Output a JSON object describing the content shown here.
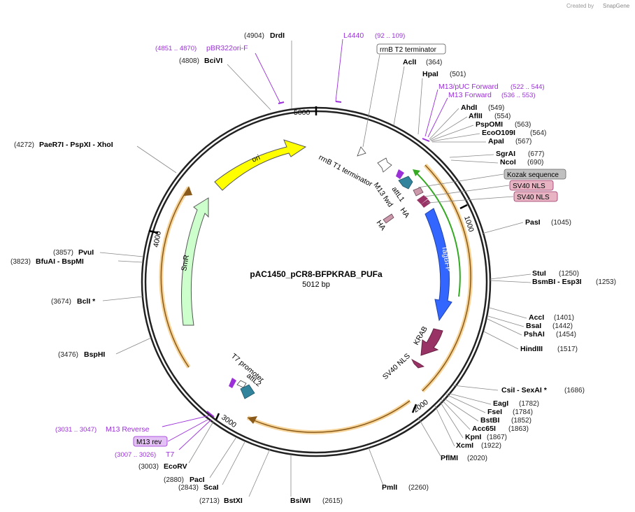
{
  "credit": {
    "created_by": "Created by",
    "brand": "SnapGene"
  },
  "plasmid": {
    "name": "pAC1450_pCR8-BFPKRAB_PUFa",
    "length": "5012 bp"
  },
  "ticks": [
    "1000",
    "2000",
    "3000",
    "4000",
    "5000"
  ],
  "sites": [
    {
      "pos": "(4904)",
      "name": "DrdI",
      "angle": -12.8
    },
    {
      "pos": "(4808)",
      "name": "BciVI",
      "angle": -17.7
    },
    {
      "pos": "(4272)",
      "name": "PaeR7I - PspXI - XhoI",
      "angle": -54.3
    },
    {
      "pos": "(3857)",
      "name": "PvuI",
      "angle": -81.8
    },
    {
      "pos": "(3823)",
      "name": "BfuAI - BspMI",
      "angle": -84.1
    },
    {
      "pos": "(3674)",
      "name": "BclI *",
      "angle": -95.2
    },
    {
      "pos": "(3476)",
      "name": "BspHI",
      "angle": -112.4
    },
    {
      "pos": "(3003)",
      "name": "EcoRV",
      "angle": -144.5
    },
    {
      "pos": "(2880)",
      "name": "PacI",
      "angle": -152.4
    },
    {
      "pos": "(2843)",
      "name": "ScaI",
      "angle": -155.0
    },
    {
      "pos": "(2713)",
      "name": "BstXI",
      "angle": -164.2
    },
    {
      "pos": "(2615)",
      "name": "BsiWI",
      "angle": -171.4
    },
    {
      "pos": "(2260)",
      "name": "PmlI",
      "angle": 162.2
    },
    {
      "pos": "(2020)",
      "name": "PflMI",
      "angle": 145.0
    },
    {
      "pos": "(1922)",
      "name": "XcmI",
      "angle": 139.3
    },
    {
      "pos": "(1867)",
      "name": "KpnI",
      "angle": 135.6
    },
    {
      "pos": "(1863)",
      "name": "Acc65I",
      "angle": 134.2
    },
    {
      "pos": "(1852)",
      "name": "BstBI",
      "angle": 132.6
    },
    {
      "pos": "(1784)",
      "name": "FseI",
      "angle": 130.3
    },
    {
      "pos": "(1782)",
      "name": "EagI",
      "angle": 128.7
    },
    {
      "pos": "(1686)",
      "name": "CsiI - SexAI *",
      "angle": 121.2
    },
    {
      "pos": "(1517)",
      "name": "HindIII",
      "angle": 109.1
    },
    {
      "pos": "(1454)",
      "name": "PshAI",
      "angle": 104.4
    },
    {
      "pos": "(1442)",
      "name": "BsaI",
      "angle": 103.6
    },
    {
      "pos": "(1401)",
      "name": "AccI",
      "angle": 100.5
    },
    {
      "pos": "(1253)",
      "name": "BsmBI - Esp3I",
      "angle": 90.0
    },
    {
      "pos": "(1250)",
      "name": "StuI",
      "angle": 89.8
    },
    {
      "pos": "(1045)",
      "name": "PasI",
      "angle": 75.0
    },
    {
      "pos": "(690)",
      "name": "NcoI",
      "angle": 49.6
    },
    {
      "pos": "(677)",
      "name": "SgrAI",
      "angle": 48.6
    },
    {
      "pos": "(567)",
      "name": "ApaI",
      "angle": 40.7
    },
    {
      "pos": "(564)",
      "name": "EcoO109I",
      "angle": 40.5
    },
    {
      "pos": "(563)",
      "name": "PspOMI",
      "angle": 40.4
    },
    {
      "pos": "(554)",
      "name": "AflII",
      "angle": 39.8
    },
    {
      "pos": "(549)",
      "name": "AhdI",
      "angle": 39.4
    },
    {
      "pos": "(501)",
      "name": "HpaI",
      "angle": 36.0
    },
    {
      "pos": "(364)",
      "name": "AclI",
      "angle": 26.1
    }
  ],
  "primers": [
    {
      "name": "L4440",
      "range": "(92 .. 109)"
    },
    {
      "name": "pBR322ori-F",
      "range": "(4851 .. 4870)"
    },
    {
      "name": "M13/pUC Forward",
      "range": "(522 .. 544)"
    },
    {
      "name": "M13 Forward",
      "range": "(536 .. 553)"
    },
    {
      "name": "M13 Reverse",
      "range": "(3031 .. 3047)"
    },
    {
      "name": "T7",
      "range": "(3007 .. 3026)"
    }
  ],
  "boxed_features": {
    "rrnb_t2": "rrnB T2 terminator",
    "kozak": "Kozak sequence",
    "sv40_nls_1": "SV40 NLS",
    "sv40_nls_2": "SV40 NLS",
    "m13_rev": "M13 rev"
  },
  "features": {
    "ori": "ori",
    "smr": "SmR",
    "tagbfp": "TagBFP",
    "krab": "KRAB",
    "rrnb_t1": "rrnB T1 terminator",
    "attl1": "attL1",
    "m13fwd": "M13 fwd",
    "ha1": "HA",
    "ha2": "HA",
    "sv40nls": "SV40 NLS",
    "t7prom": "T7 promoter",
    "attl2": "attL2"
  },
  "colors": {
    "ori": "#ffff00",
    "smr": "#ccffcc",
    "tagbfp": "#3366ff",
    "krab": "#993366",
    "attl": "#31849b",
    "ha": "#cc99aa",
    "orf": "#f5a623",
    "green_line": "#33aa22",
    "primer": "#9b30d9"
  }
}
